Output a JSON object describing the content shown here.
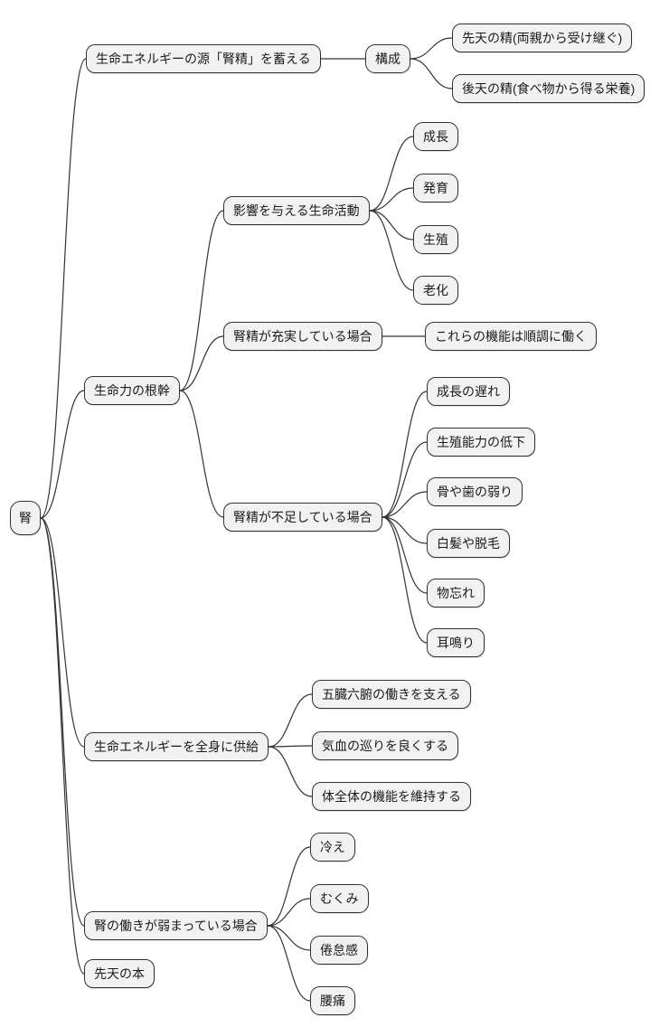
{
  "mindmap": {
    "root": {
      "label": "腎"
    },
    "branches": [
      {
        "label": "生命エネルギーの源「腎精」を蓄える",
        "children": [
          {
            "label": "構成",
            "children": [
              {
                "label": "先天の精(両親から受け継ぐ)"
              },
              {
                "label": "後天の精(食べ物から得る栄養)"
              }
            ]
          }
        ]
      },
      {
        "label": "生命力の根幹",
        "children": [
          {
            "label": "影響を与える生命活動",
            "children": [
              {
                "label": "成長"
              },
              {
                "label": "発育"
              },
              {
                "label": "生殖"
              },
              {
                "label": "老化"
              }
            ]
          },
          {
            "label": "腎精が充実している場合",
            "children": [
              {
                "label": "これらの機能は順調に働く"
              }
            ]
          },
          {
            "label": "腎精が不足している場合",
            "children": [
              {
                "label": "成長の遅れ"
              },
              {
                "label": "生殖能力の低下"
              },
              {
                "label": "骨や歯の弱り"
              },
              {
                "label": "白髪や脱毛"
              },
              {
                "label": "物忘れ"
              },
              {
                "label": "耳鳴り"
              }
            ]
          }
        ]
      },
      {
        "label": "生命エネルギーを全身に供給",
        "children": [
          {
            "label": "五臓六腑の働きを支える"
          },
          {
            "label": "気血の巡りを良くする"
          },
          {
            "label": "体全体の機能を維持する"
          }
        ]
      },
      {
        "label": "腎の働きが弱まっている場合",
        "children": [
          {
            "label": "冷え"
          },
          {
            "label": "むくみ"
          },
          {
            "label": "倦怠感"
          },
          {
            "label": "腰痛"
          }
        ]
      },
      {
        "label": "先天の本"
      }
    ]
  },
  "colors": {
    "node_fill": "#f2f2f2",
    "node_border": "#333333",
    "edge_color": "#333333",
    "text_color": "#1a1a1a",
    "canvas_bg": "#ffffff"
  }
}
